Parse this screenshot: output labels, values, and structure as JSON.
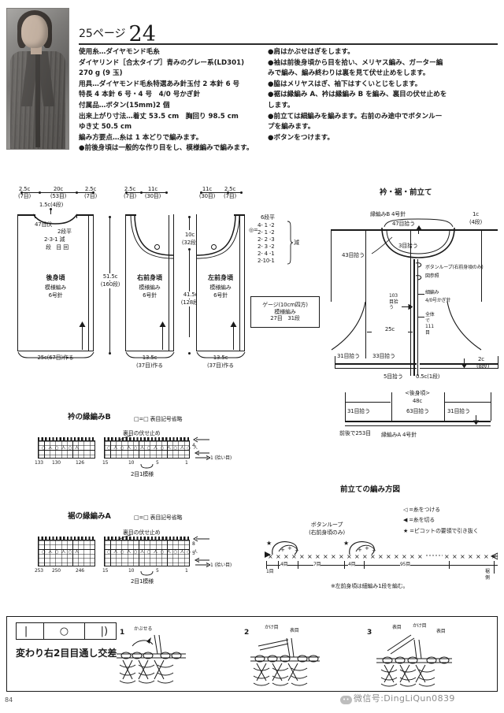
{
  "page": {
    "page_number": "84",
    "watermark": "微信号:DingLiQun0839"
  },
  "header": {
    "page_ref": "25ページ",
    "item_number": "24",
    "left_column": [
      "使用糸…ダイヤモンド毛糸",
      "ダイヤリンド［合太タイプ］青みのグレー系(LD301)",
      "270 g (9 玉)",
      "用具…ダイヤモンド毛糸特選あみ針玉付 2 本針 6 号",
      "特長 4 本針 6 号・4 号　4/0 号かぎ針",
      "付属品…ボタン(15mm)2 個",
      "出来上がり寸法…着丈 53.5 cm　胸回り 98.5 cm",
      "ゆき丈 50.5 cm",
      "編み方要点…糸は 1 本どりで編みます。",
      "●前後身頃は一般的な作り目をし、模様編みで編みます。"
    ],
    "right_column": [
      "●肩はかぶせはぎをします。",
      "●袖は前後身頃から目を拾い、メリヤス編み、ガーター編",
      "みで編み、編み終わりは裏を見て伏せ止めをします。",
      "●脇はメリヤスはぎ、袖下はすくいとじをします。",
      "●裾は縁編み A、衿は縁編み B を編み、裏目の伏せ止めを",
      "します。",
      "●前立ては細編みを編みます。右前のみ途中でボタンルー",
      "プを編みます。",
      "●ボタンをつけます。"
    ]
  },
  "schematic": {
    "back_piece": {
      "name": "後身頃",
      "stitch": "模様編み",
      "needle": "6号針",
      "top_widths": [
        "2.5c",
        "20c",
        "2.5c"
      ],
      "top_stitches": [
        "(7目)",
        "(53目)",
        "(7目)"
      ],
      "neck_depth": "1.5c(4段)",
      "bind_off": "47目伏",
      "note_rows": "2段平",
      "decrease": "2-3-1 減",
      "decrease_head": "段 目回",
      "cast_on": "25c(67目)作る",
      "height": "51.5c",
      "height_rows": "(160段)"
    },
    "right_front": {
      "name": "右前身頃",
      "stitch": "模様編み",
      "needle": "6号針",
      "top_widths": [
        "2.5c",
        "11c"
      ],
      "top_stitches": [
        "(7目)",
        "(30目)"
      ],
      "cast_on": "13.5c",
      "cast_on_stitches": "(37目)作る"
    },
    "left_front": {
      "name": "左前身頃",
      "stitch": "模様編み",
      "needle": "6号針",
      "top_widths": [
        "11c",
        "2.5c"
      ],
      "top_stitches": [
        "(30目)",
        "(7目)"
      ],
      "cast_on": "13.5c",
      "cast_on_stitches": "(37目)作る"
    },
    "armhole_depth": "10c",
    "armhole_rows": "(32段)",
    "front_height": "41.5c",
    "front_height_rows": "(128段)",
    "decrease_chart": {
      "marker": "◎=",
      "first": "6段平",
      "rows": [
        "4- 1 -2",
        "2- 1 -2",
        "2- 2 -3",
        "2- 3 -2",
        "2- 4 -1",
        "2-10-1"
      ],
      "bracket_label": "減"
    },
    "gauge_box": {
      "title": "ゲージ(10cm四方)",
      "stitch": "模様編み",
      "values": "27目　31段"
    }
  },
  "collar_diagram": {
    "title": "衿・裾・前立て",
    "edge_b": "縁編みB 4号針",
    "pickup_47": "47目拾う",
    "size_1c": "1c",
    "rows_4": "(4段)",
    "pickup_3": "3目拾う",
    "pickup_43": "43目拾う",
    "button_loop": "ボタンループ(右前身頃のみ)",
    "see_chart": "図参照",
    "sc_stitch": "細編み",
    "sc_needle": "4/0号かぎ針",
    "pickup_103": "103目拾う",
    "total_111": "全体で111目",
    "width_25c": "25c",
    "pickup_31a": "31目拾う",
    "pickup_33": "33目拾う",
    "pickup_5": "5目拾う",
    "size_05c": "0.5c(1段)",
    "size_2c": "2c",
    "rows_8": "(8段)",
    "back_label": "<後身頃>",
    "back_width": "48c",
    "pickup_31b": "31目拾う",
    "pickup_63": "63目拾う",
    "pickup_31c": "31目拾う",
    "front_back_total": "前後で253目",
    "edge_a": "縁編みA 4号針"
  },
  "collar_edge_chart": {
    "title": "衿の縁編みB",
    "legend": "□=□ 表目記号省略",
    "bind_off_note": "裏目の伏せ止め",
    "left_numbers": [
      "133",
      "130",
      "126"
    ],
    "right_numbers": [
      "15",
      "10",
      "5",
      "1"
    ],
    "row_labels": [
      "4",
      "1 (拾い目)"
    ],
    "repeat": "2目1模様"
  },
  "hem_edge_chart": {
    "title": "裾の縁編みA",
    "legend": "□=□ 表目記号省略",
    "bind_off_note": "裏目の伏せ止め",
    "left_numbers": [
      "253",
      "250",
      "246"
    ],
    "right_numbers": [
      "15",
      "10",
      "5",
      "1"
    ],
    "row_labels": [
      "8",
      "5",
      "1 (拾い目)"
    ],
    "repeat": "2目1模様"
  },
  "front_band_diagram": {
    "title": "前立ての編み方図",
    "legend": [
      "◁ =糸をつける",
      "◀ =糸を切る",
      "★ =ピコットの要領で引き抜く"
    ],
    "button_loop": "ボタンループ",
    "button_loop_note": "(右前身頃のみ)",
    "counts": [
      "1目",
      "4目",
      "7目",
      "4目",
      "95目"
    ],
    "side_label": "裾側",
    "footnote": "※左前身頃は細編み1段を編む。"
  },
  "technique": {
    "symbol_cells": [
      "|",
      "○",
      "|)"
    ],
    "name": "変わり右2目目通し交差",
    "steps": [
      {
        "num": "1",
        "labels": [
          "かぶせる"
        ]
      },
      {
        "num": "2",
        "labels": [
          "かけ目",
          "表目"
        ]
      },
      {
        "num": "3",
        "labels": [
          "表目",
          "かけ目",
          "表目"
        ]
      }
    ]
  }
}
